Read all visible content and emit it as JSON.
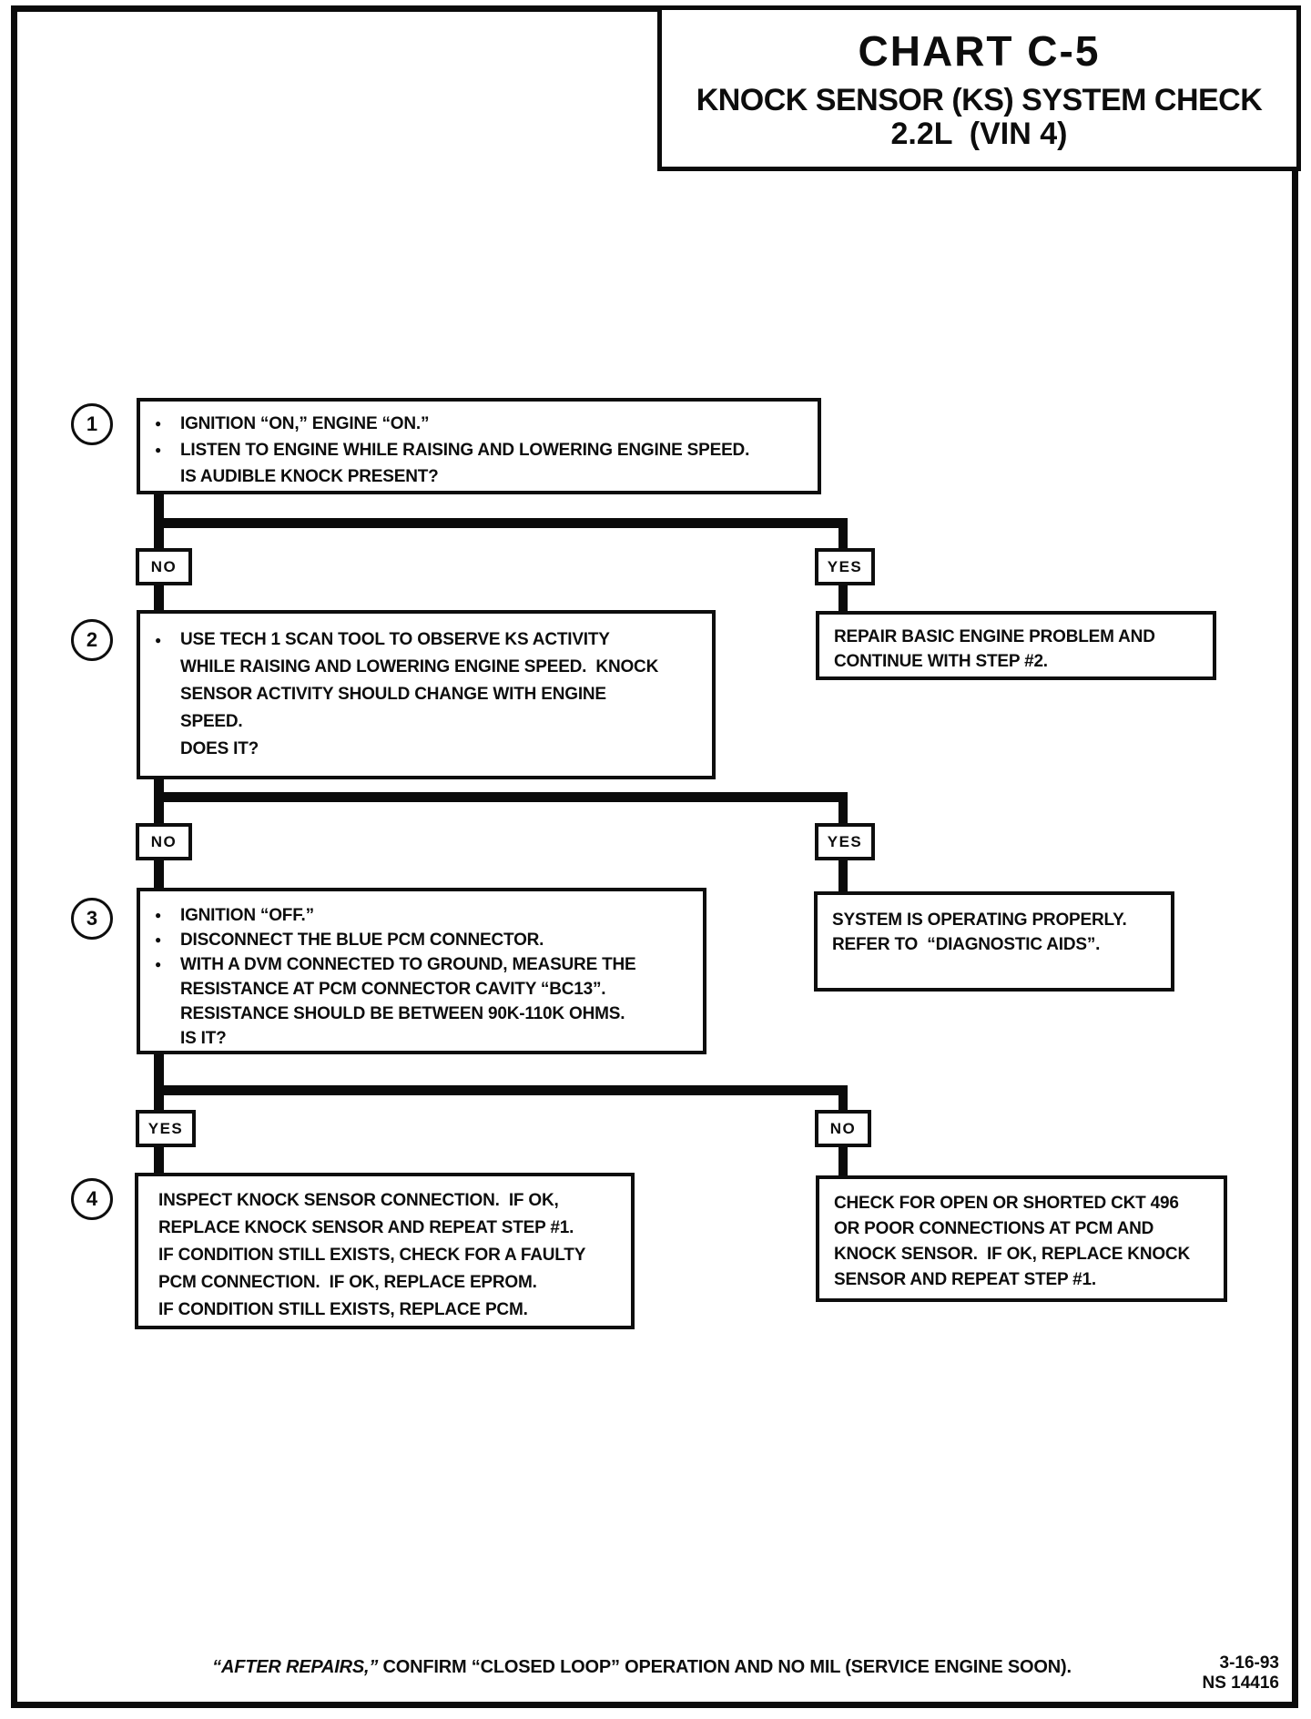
{
  "header": {
    "chart_title": "CHART C-5",
    "subtitle": "KNOCK SENSOR (KS) SYSTEM CHECK",
    "engine": "2.2L  (VIN 4)"
  },
  "icons": {
    "bullet": "●"
  },
  "flowchart": {
    "step1": {
      "number": "1",
      "lines": [
        {
          "t": "IGNITION “ON,” ENGINE “ON.”"
        },
        {
          "t": "LISTEN TO ENGINE WHILE RAISING AND LOWERING ENGINE SPEED."
        },
        {
          "t": "IS AUDIBLE KNOCK PRESENT?"
        }
      ]
    },
    "step2": {
      "number": "2",
      "lines": [
        {
          "t": "USE TECH 1 SCAN TOOL TO OBSERVE KS ACTIVITY"
        },
        {
          "t": "WHILE RAISING AND LOWERING ENGINE SPEED.  KNOCK"
        },
        {
          "t": "SENSOR ACTIVITY SHOULD CHANGE WITH ENGINE"
        },
        {
          "t": "SPEED."
        },
        {
          "t": "DOES IT?"
        }
      ]
    },
    "step3": {
      "number": "3",
      "lines": [
        {
          "t": "IGNITION “OFF.”"
        },
        {
          "t": "DISCONNECT THE BLUE PCM CONNECTOR."
        },
        {
          "t": "WITH A DVM CONNECTED TO GROUND, MEASURE THE"
        },
        {
          "t": "RESISTANCE AT PCM CONNECTOR CAVITY “BC13”."
        },
        {
          "t": "RESISTANCE SHOULD BE BETWEEN 90K-110K OHMS."
        },
        {
          "t": "IS IT?"
        }
      ]
    },
    "step4": {
      "number": "4",
      "lines": [
        {
          "t": "INSPECT KNOCK SENSOR CONNECTION.  IF OK,"
        },
        {
          "t": "REPLACE KNOCK SENSOR AND REPEAT STEP #1."
        },
        {
          "t": "IF CONDITION STILL EXISTS, CHECK FOR A FAULTY"
        },
        {
          "t": "PCM CONNECTION.  IF OK, REPLACE EPROM."
        },
        {
          "t": "IF CONDITION STILL EXISTS, REPLACE PCM."
        }
      ]
    },
    "branches": {
      "j1_left": "NO",
      "j1_right": "YES",
      "j2_left": "NO",
      "j2_right": "YES",
      "j3_left": "YES",
      "j3_right": "NO"
    },
    "result_repair": {
      "lines": [
        {
          "t": "REPAIR BASIC ENGINE PROBLEM AND"
        },
        {
          "t": "CONTINUE WITH STEP #2."
        }
      ]
    },
    "result_proper": {
      "lines": [
        {
          "t": "SYSTEM IS OPERATING PROPERLY."
        },
        {
          "t": "REFER TO  “DIAGNOSTIC AIDS”."
        }
      ]
    },
    "result_check": {
      "lines": [
        {
          "t": "CHECK FOR OPEN OR SHORTED CKT 496"
        },
        {
          "t": "OR POOR CONNECTIONS AT PCM AND"
        },
        {
          "t": "KNOCK SENSOR.  IF OK, REPLACE KNOCK"
        },
        {
          "t": "SENSOR AND REPEAT STEP #1."
        }
      ]
    }
  },
  "footer": {
    "note_italic": "“AFTER REPAIRS,”",
    "note_rest": " CONFIRM “CLOSED LOOP” OPERATION AND NO MIL (SERVICE ENGINE SOON).",
    "date": "3-16-93",
    "doc_number": "NS 14416"
  }
}
